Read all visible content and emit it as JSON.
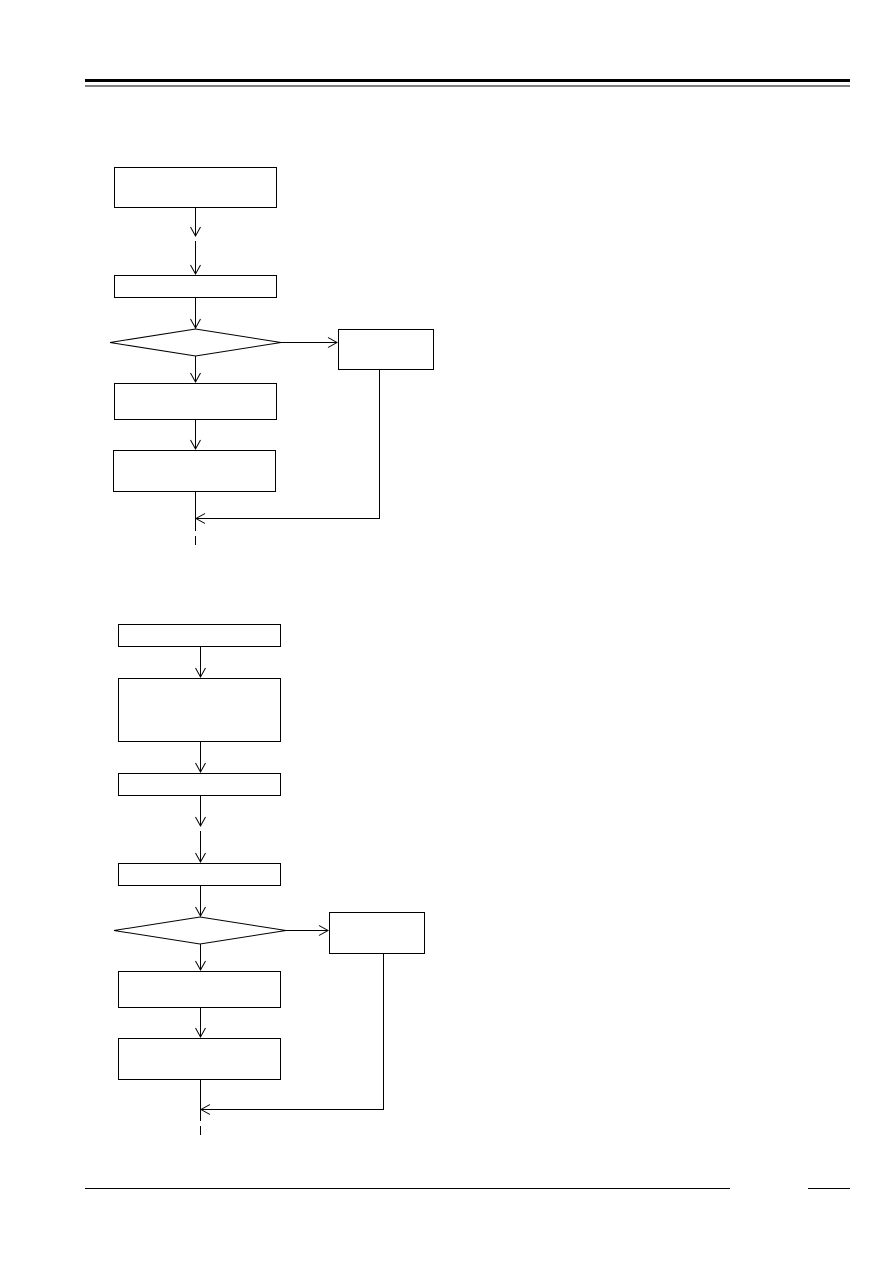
{
  "colors": {
    "line": "#000000",
    "background": "#ffffff"
  },
  "flowchart_upper": {
    "nodes": [
      {
        "id": "u1",
        "shape": "process",
        "label": ""
      },
      {
        "id": "u2",
        "shape": "process",
        "label": ""
      },
      {
        "id": "u3",
        "shape": "decision",
        "label": ""
      },
      {
        "id": "u4",
        "shape": "process",
        "label": ""
      },
      {
        "id": "u5",
        "shape": "process",
        "label": ""
      },
      {
        "id": "u6",
        "shape": "process",
        "label": ""
      }
    ],
    "edges": [
      {
        "from": "u1",
        "to": "u2",
        "style": "broken"
      },
      {
        "from": "u2",
        "to": "u3",
        "style": "solid"
      },
      {
        "from": "u3",
        "to": "u4",
        "style": "solid"
      },
      {
        "from": "u4",
        "to": "u5",
        "style": "solid"
      },
      {
        "from": "u3",
        "to": "u6",
        "style": "solid"
      },
      {
        "from": "u5",
        "to": "continuation",
        "style": "dashed"
      },
      {
        "from": "u6",
        "to": "continuation",
        "style": "solid"
      }
    ]
  },
  "flowchart_lower": {
    "nodes": [
      {
        "id": "l1",
        "shape": "process",
        "label": ""
      },
      {
        "id": "l2",
        "shape": "process",
        "label": ""
      },
      {
        "id": "l3",
        "shape": "process",
        "label": ""
      },
      {
        "id": "l4",
        "shape": "process",
        "label": ""
      },
      {
        "id": "l5",
        "shape": "decision",
        "label": ""
      },
      {
        "id": "l6",
        "shape": "process",
        "label": ""
      },
      {
        "id": "l7",
        "shape": "process",
        "label": ""
      },
      {
        "id": "l8",
        "shape": "process",
        "label": ""
      }
    ],
    "edges": [
      {
        "from": "l1",
        "to": "l2",
        "style": "solid"
      },
      {
        "from": "l2",
        "to": "l3",
        "style": "solid"
      },
      {
        "from": "l3",
        "to": "l4",
        "style": "broken"
      },
      {
        "from": "l4",
        "to": "l5",
        "style": "solid"
      },
      {
        "from": "l5",
        "to": "l6",
        "style": "solid"
      },
      {
        "from": "l6",
        "to": "l7",
        "style": "solid"
      },
      {
        "from": "l5",
        "to": "l8",
        "style": "solid"
      },
      {
        "from": "l7",
        "to": "continuation",
        "style": "dashed"
      },
      {
        "from": "l8",
        "to": "continuation",
        "style": "solid"
      }
    ]
  }
}
